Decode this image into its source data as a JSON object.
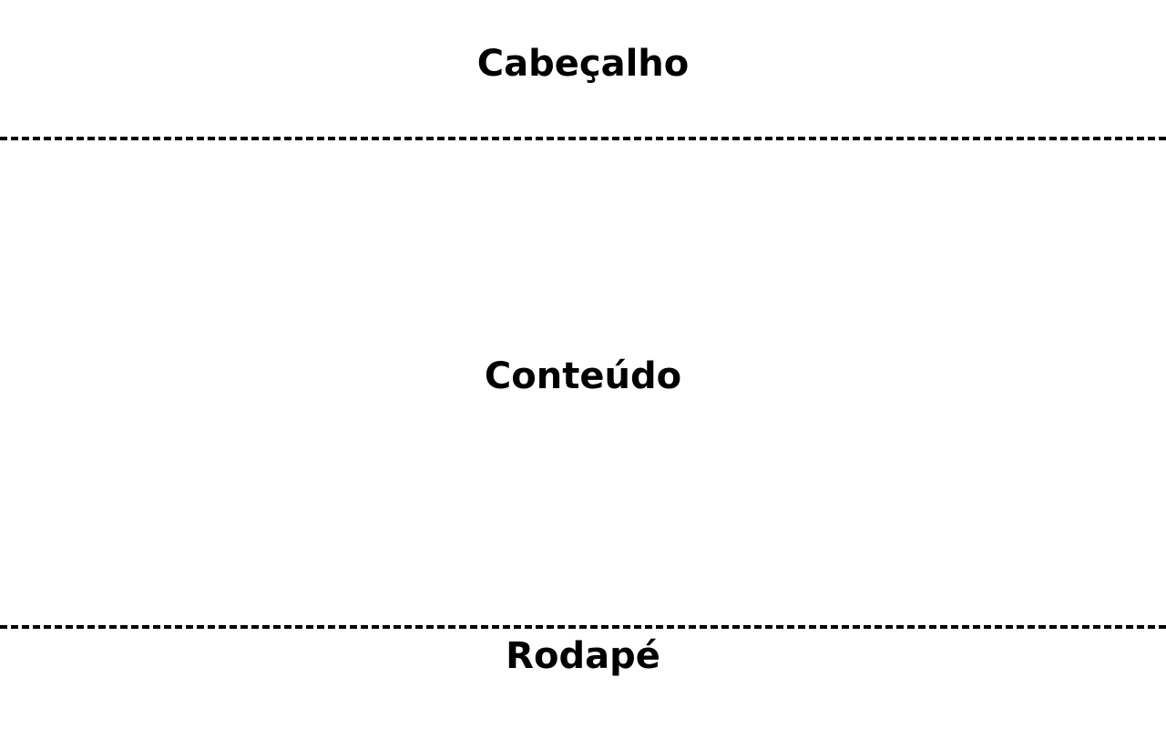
{
  "header": {
    "title": "Cabeçalho"
  },
  "content": {
    "title": "Conteúdo"
  },
  "footer": {
    "title": "Rodapé"
  }
}
